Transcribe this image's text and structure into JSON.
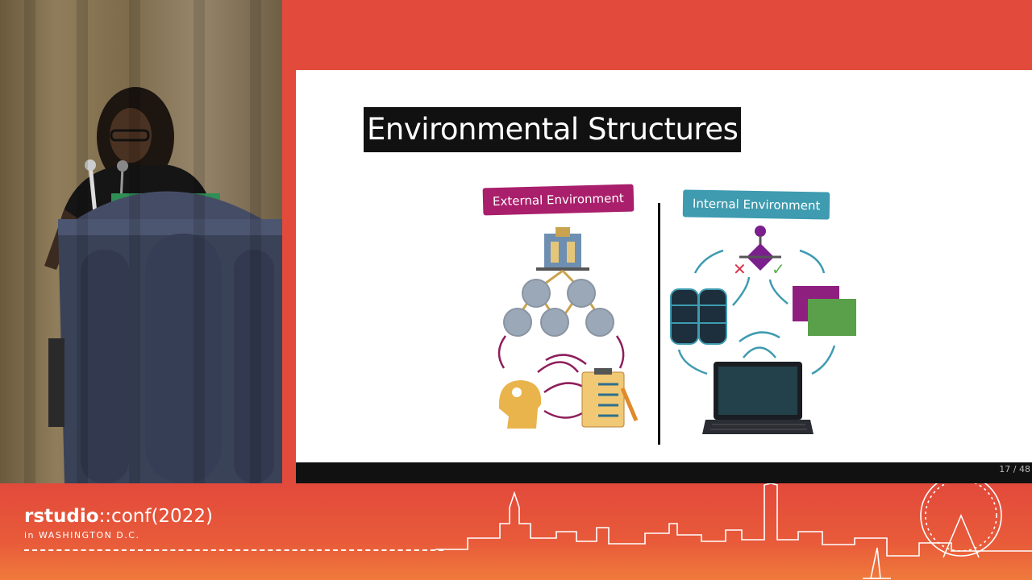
{
  "slide": {
    "title": "Environmental Structures",
    "external_label": "External Environment",
    "internal_label": "Internal Environment",
    "page_number": "17 / 48"
  },
  "footer": {
    "brand_bold": "rstudio",
    "brand_rest": "::conf(2022)",
    "location_prefix": "in",
    "location": "WASHINGTON D.C."
  },
  "colors": {
    "frame": "#e24a3b",
    "external_banner": "#a91f6b",
    "internal_banner": "#3e9bb0",
    "folder_purple": "#8e1f7f",
    "folder_green": "#5aa04a"
  }
}
